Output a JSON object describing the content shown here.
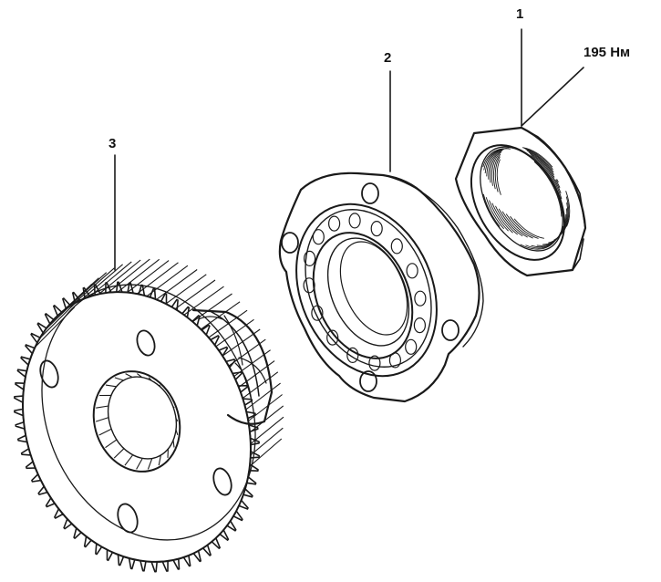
{
  "diagram": {
    "callouts": [
      {
        "id": "1",
        "text": "1"
      },
      {
        "id": "2",
        "text": "2"
      },
      {
        "id": "3",
        "text": "3"
      }
    ],
    "torque_label": "195 Нм",
    "parts": [
      {
        "id": "1",
        "name": "nut"
      },
      {
        "id": "2",
        "name": "bearing-housing"
      },
      {
        "id": "3",
        "name": "driven-gear"
      }
    ],
    "colors": {
      "ink": "#1a1a1a",
      "background": "#ffffff"
    }
  }
}
